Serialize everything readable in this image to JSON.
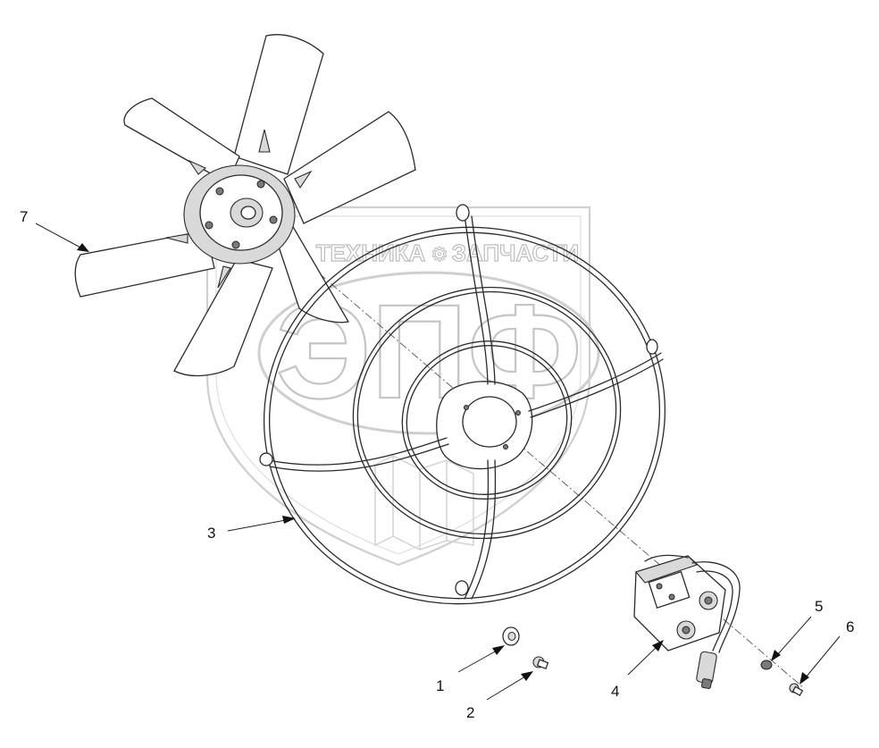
{
  "watermark": {
    "left_word": "ТЕХНИКА",
    "right_word": "ЗАПЧАСТИ",
    "logo_letters": "ЭПФ"
  },
  "callouts": [
    {
      "id": "1",
      "label": "1",
      "part": "washer"
    },
    {
      "id": "2",
      "label": "2",
      "part": "bolt"
    },
    {
      "id": "3",
      "label": "3",
      "part": "fan-guard"
    },
    {
      "id": "4",
      "label": "4",
      "part": "hydraulic-motor"
    },
    {
      "id": "5",
      "label": "5",
      "part": "nut"
    },
    {
      "id": "6",
      "label": "6",
      "part": "screw"
    },
    {
      "id": "7",
      "label": "7",
      "part": "fan-impeller"
    }
  ],
  "colors": {
    "line": "#2a2a2a",
    "watermark_stroke": "#c4c4c4",
    "background": "#ffffff"
  }
}
